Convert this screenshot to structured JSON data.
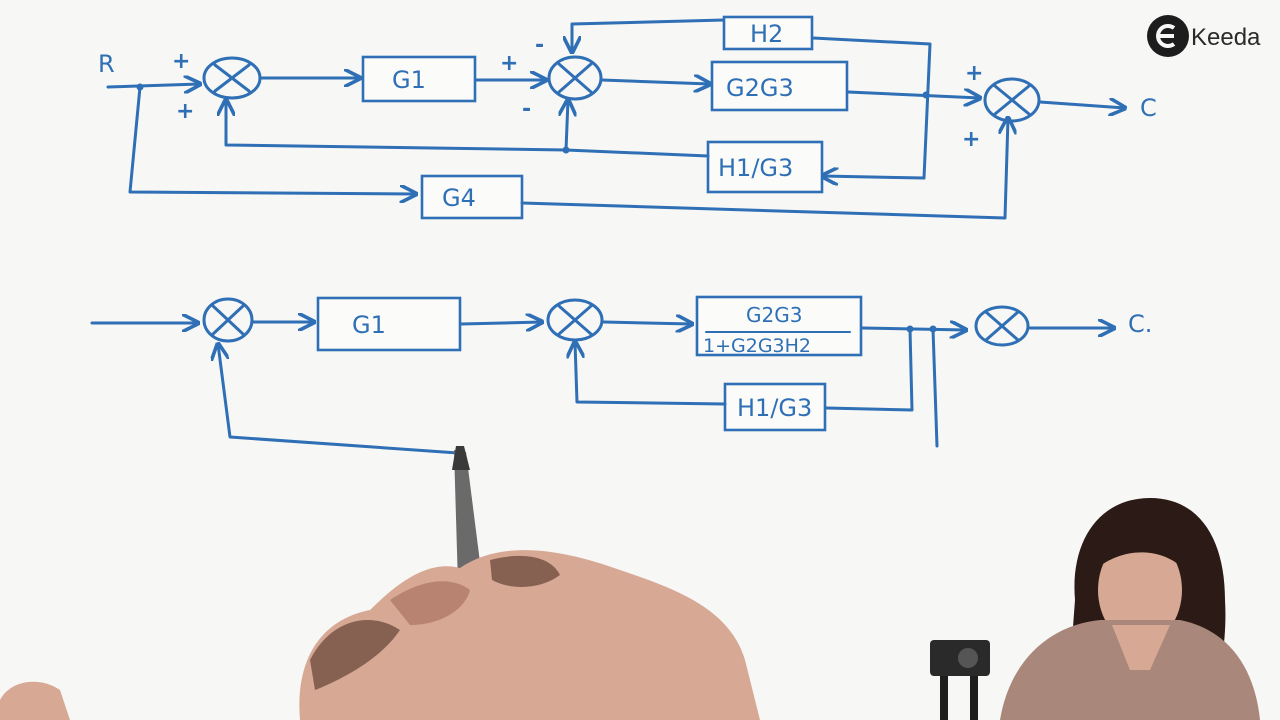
{
  "logo": {
    "text": "Keeda",
    "icon": "ekeeda-e-logo"
  },
  "diagram_top": {
    "input_label": "R",
    "output_label": "C",
    "blocks": {
      "g1": "G1",
      "g2g3": "G2G3",
      "h2": "H2",
      "h1g3": "H1/G3",
      "g4": "G4"
    },
    "signs": [
      "+",
      "+",
      "+",
      "-",
      "-",
      "+",
      "+"
    ]
  },
  "diagram_bottom": {
    "output_label": "C.",
    "blocks": {
      "g1": "G1",
      "tf_numerator": "G2G3",
      "tf_denominator": "1+G2G3H2",
      "h1g3": "H1/G3"
    }
  },
  "colors": {
    "ink": "#2f6fb5",
    "board": "#f7f7f5"
  }
}
